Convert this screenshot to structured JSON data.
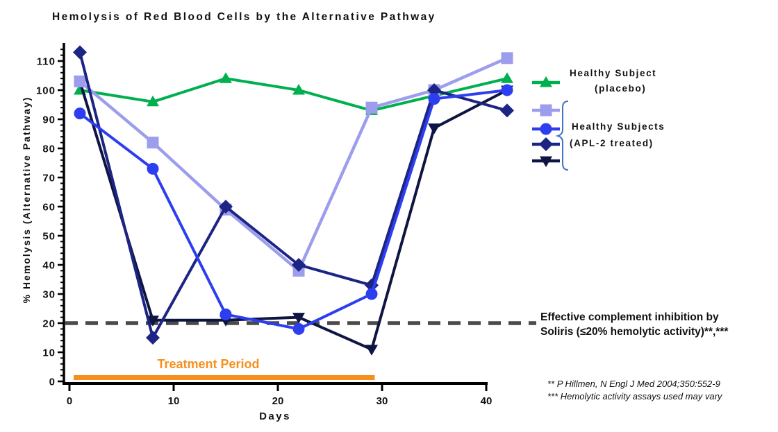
{
  "title": "Hemolysis of Red Blood Cells by the Alternative Pathway",
  "legend": {
    "placebo_line1": "Healthy Subject",
    "placebo_line2": "(placebo)",
    "treated_line1": "Healthy Subjects",
    "treated_line2": "(APL-2 treated)"
  },
  "annotation": {
    "line1": "Effective complement inhibition by",
    "line2": "Soliris (≤20% hemolytic activity)**,***"
  },
  "footnotes": {
    "line1": "** P Hillmen, N Engl J Med 2004;350:552-9",
    "line2": "*** Hemolytic activity assays used may vary"
  },
  "colors": {
    "placebo_green": "#00b04f",
    "treated_lavender": "#9d9dee",
    "treated_blue": "#2d3ef0",
    "treated_navy": "#1c2484",
    "treated_darknavy": "#0f1542",
    "treatment_orange": "#f78f1e",
    "threshold_gray": "#4a4a4a",
    "bracket_blue": "#4472c4",
    "axis_black": "#000000"
  },
  "chart_data": {
    "type": "line",
    "title": "Hemolysis of Red Blood Cells by the Alternative Pathway",
    "xlabel": "Days",
    "ylabel": "% Hemolysis (Alternative Pathway)",
    "x_axis": {
      "min": 0,
      "max": 40,
      "ticks": [
        0,
        10,
        20,
        30,
        40
      ]
    },
    "y_axis": {
      "min": 0,
      "max": 115,
      "ticks": [
        0,
        10,
        20,
        30,
        40,
        50,
        60,
        70,
        80,
        90,
        100,
        110
      ],
      "minor_step": 2
    },
    "grid": false,
    "legend_position": "right",
    "threshold": {
      "value": 20,
      "style": "dashed",
      "color": "#4a4a4a",
      "label": "Effective complement inhibition by Soliris (≤20% hemolytic activity)**,***"
    },
    "treatment_period": {
      "label": "Treatment Period",
      "start_day": 0.4,
      "end_day": 29.3,
      "color": "#f78f1e"
    },
    "series": [
      {
        "id": "healthy-placebo",
        "name": "Healthy Subject (placebo)",
        "marker": "triangle-up",
        "color": "#00b04f",
        "x": [
          1,
          8,
          15,
          22,
          29,
          42
        ],
        "y": [
          100,
          96,
          104,
          100,
          93,
          104
        ]
      },
      {
        "id": "apl2-square",
        "name": "Healthy Subjects (APL-2 treated) - square",
        "marker": "square",
        "color": "#9d9dee",
        "x": [
          1,
          8,
          15,
          22,
          29,
          35,
          42
        ],
        "y": [
          103,
          82,
          59,
          38,
          94,
          100,
          111
        ]
      },
      {
        "id": "apl2-circle",
        "name": "Healthy Subjects (APL-2 treated) - circle",
        "marker": "circle",
        "color": "#2d3ef0",
        "x": [
          1,
          8,
          15,
          22,
          29,
          35,
          42
        ],
        "y": [
          92,
          73,
          23,
          18,
          30,
          97,
          100
        ]
      },
      {
        "id": "apl2-diamond",
        "name": "Healthy Subjects (APL-2 treated) - diamond",
        "marker": "diamond",
        "color": "#1c2484",
        "x": [
          1,
          8,
          15,
          22,
          29,
          35,
          42
        ],
        "y": [
          113,
          15,
          60,
          40,
          33,
          100,
          93
        ]
      },
      {
        "id": "apl2-downtri",
        "name": "Healthy Subjects (APL-2 treated) - triangle-down",
        "marker": "triangle-down",
        "color": "#0f1542",
        "x": [
          1,
          8,
          15,
          22,
          29,
          35,
          42
        ],
        "y": [
          103,
          21,
          21,
          22,
          11,
          87,
          100
        ]
      }
    ],
    "draw_order": [
      "healthy-placebo",
      "apl2-downtri",
      "apl2-square",
      "apl2-diamond",
      "apl2-circle"
    ],
    "legend_marker_rows": [
      {
        "id": "healthy-placebo",
        "y": 119
      },
      {
        "id": "apl2-square",
        "y": 159
      },
      {
        "id": "apl2-circle",
        "y": 186
      },
      {
        "id": "apl2-diamond",
        "y": 208
      },
      {
        "id": "apl2-downtri",
        "y": 232
      }
    ]
  }
}
